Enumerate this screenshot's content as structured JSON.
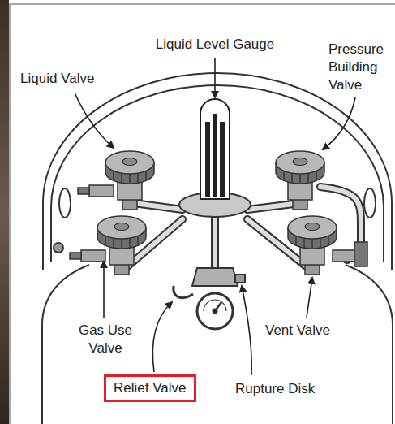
{
  "diagram": {
    "nodes": [
      {
        "text": [
          "Relief Valve"
        ]
      }
    ],
    "labels": [
      "Liquid Level Gauge",
      "Liquid Valve",
      "Pressure Building Valve",
      "Gas Use Valve",
      "Vent Valve",
      "Rupture Disk"
    ]
  }
}
